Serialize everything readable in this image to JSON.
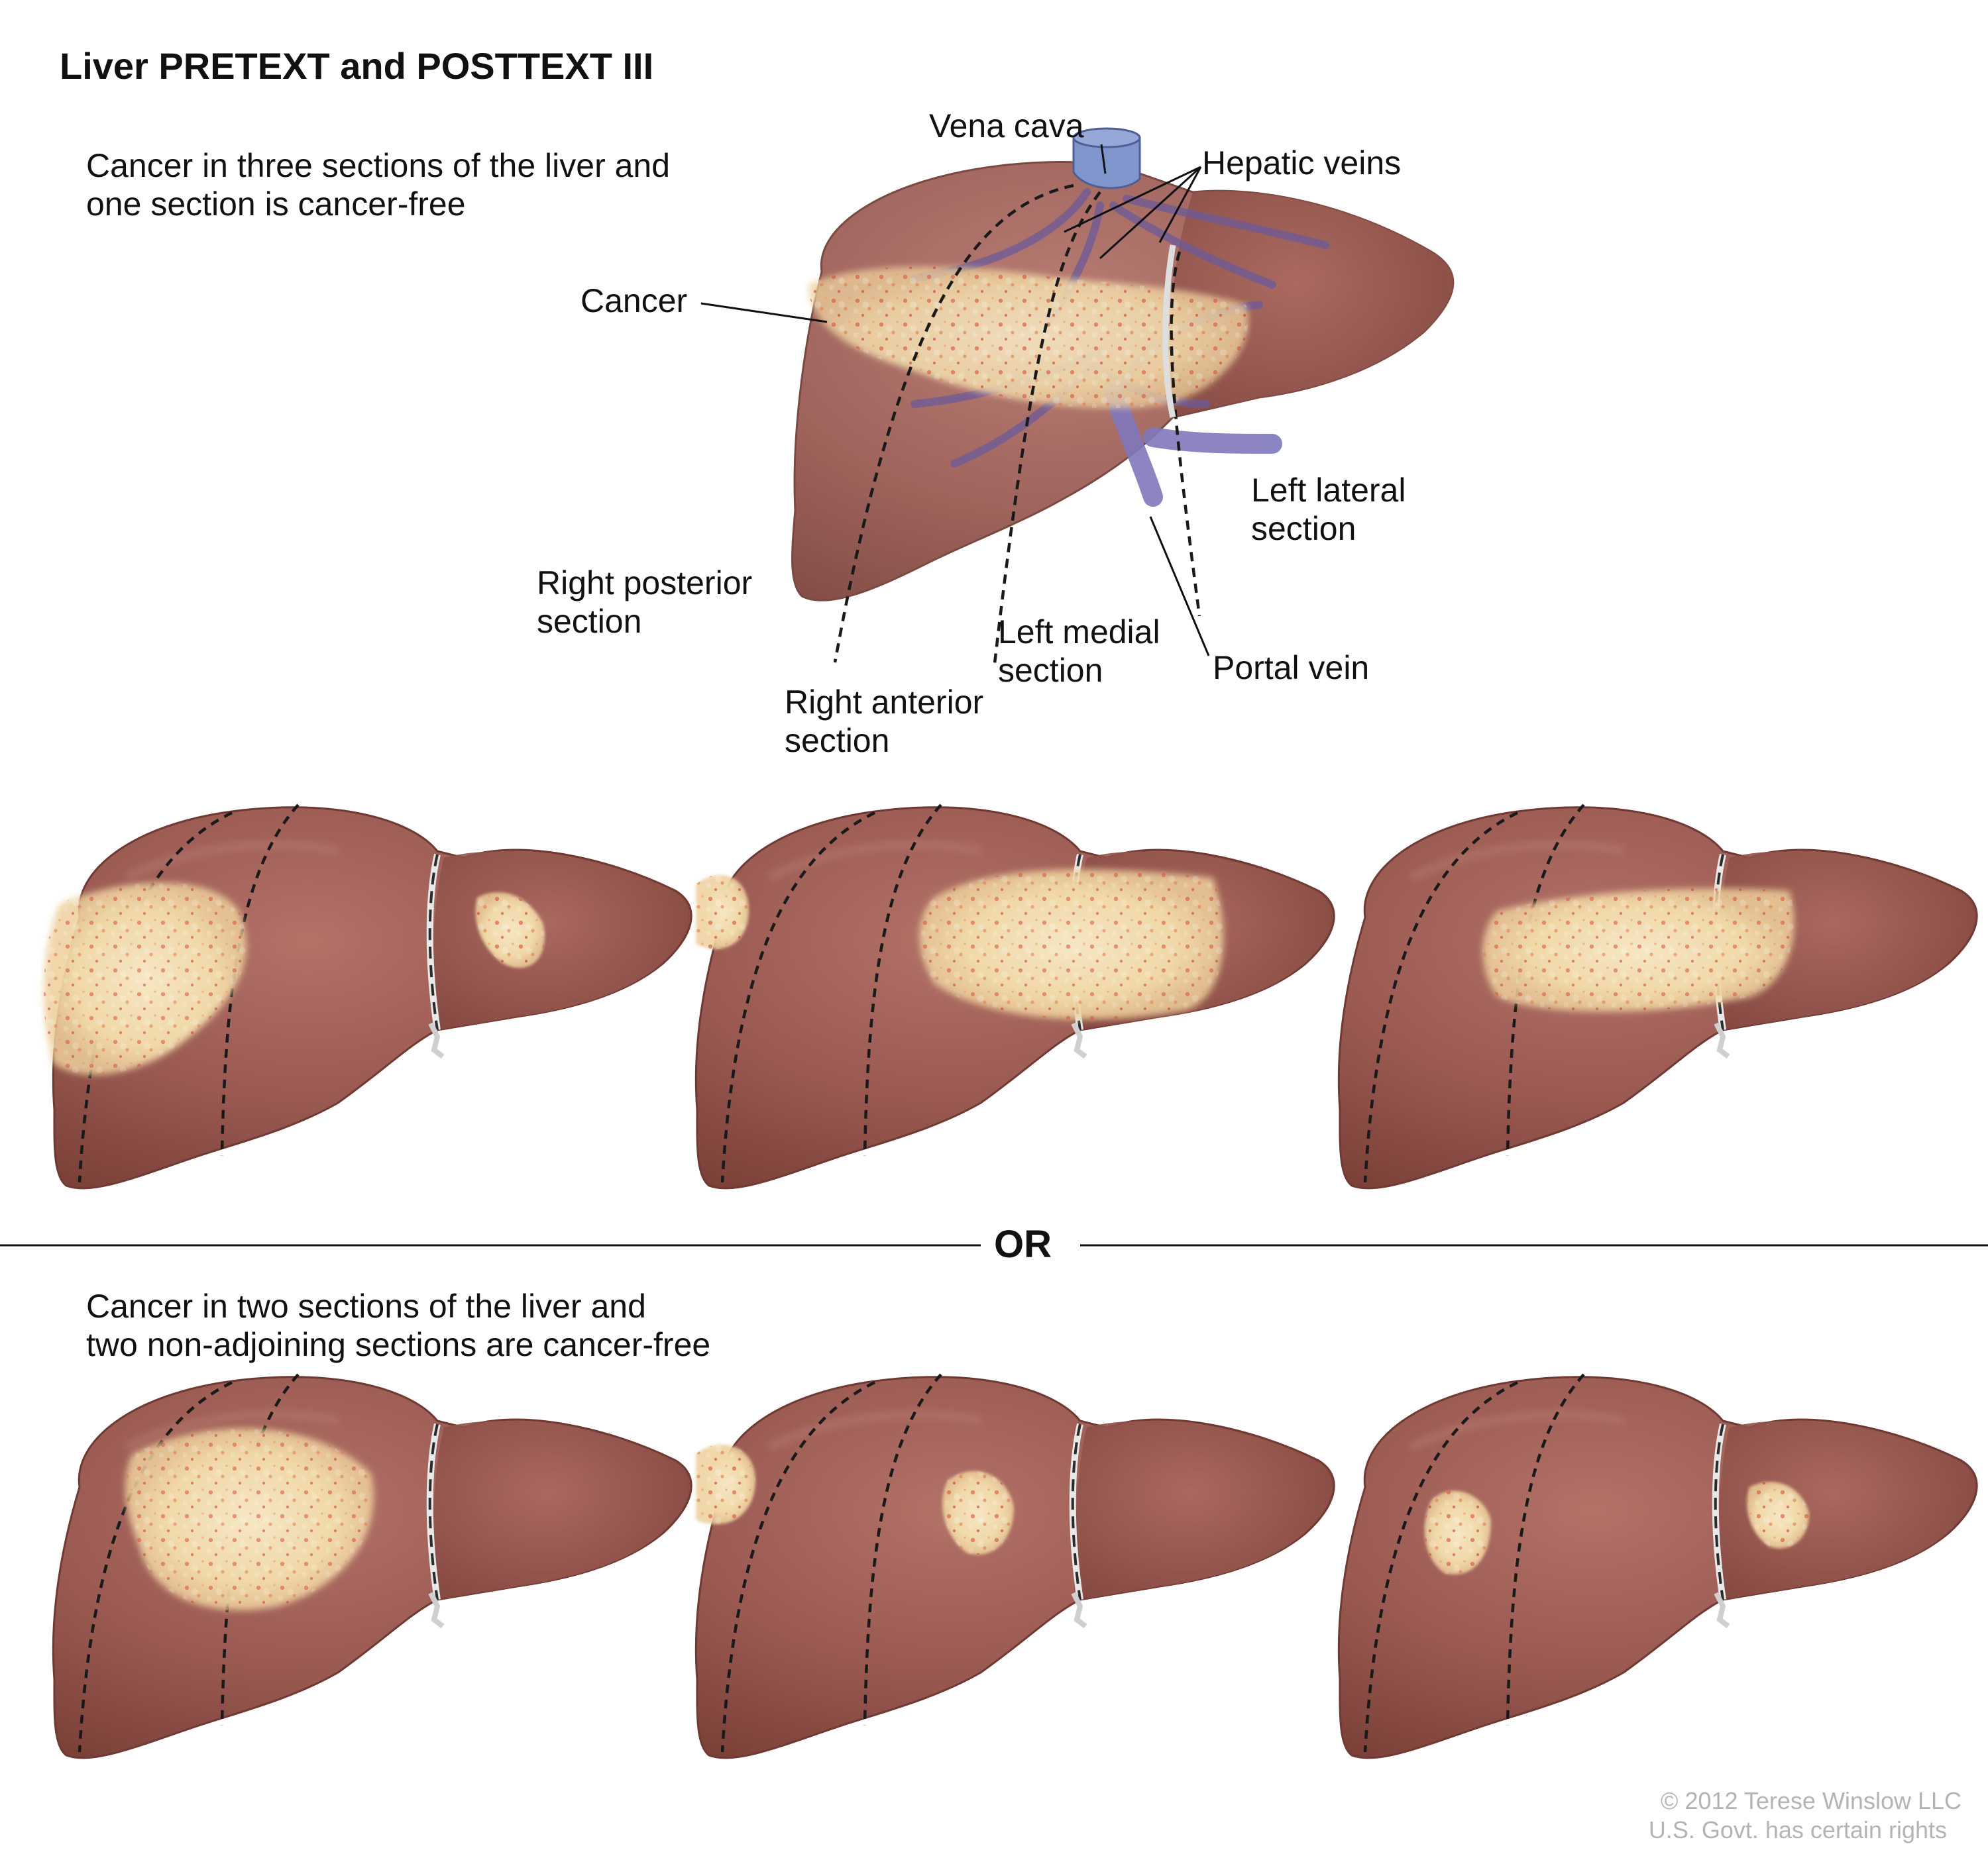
{
  "title": "Liver PRETEXT and POSTTEXT III",
  "caption_top": [
    "Cancer in three sections of the liver and",
    "one section is cancer-free"
  ],
  "caption_bottom": [
    "Cancer in two sections of the liver and",
    "two non-adjoining sections are cancer-free"
  ],
  "separator": "OR",
  "labels": {
    "vena_cava": "Vena cava",
    "hepatic_veins": "Hepatic veins",
    "cancer": "Cancer",
    "left_lateral": [
      "Left lateral",
      "section"
    ],
    "right_posterior": [
      "Right posterior",
      "section"
    ],
    "left_medial": [
      "Left medial",
      "section"
    ],
    "portal_vein": "Portal vein",
    "right_anterior": [
      "Right anterior",
      "section"
    ]
  },
  "copyright": [
    "© 2012 Terese Winslow LLC",
    "U.S. Govt. has certain rights"
  ],
  "colors": {
    "liver": "#9a5a52",
    "liver_dark": "#7a4038",
    "cancer": "#f2dcae",
    "cancer_spot": "#d8503a",
    "vein": "#7a72b8",
    "vena_cava": "#7f95cc",
    "section_line": "#1a1a1a"
  },
  "examples": [
    {
      "group": "three-sections",
      "tumors": 2
    },
    {
      "group": "three-sections",
      "tumors": 2
    },
    {
      "group": "three-sections",
      "tumors": 1
    },
    {
      "group": "two-sections",
      "tumors": 1
    },
    {
      "group": "two-sections",
      "tumors": 2
    },
    {
      "group": "two-sections",
      "tumors": 2
    }
  ]
}
